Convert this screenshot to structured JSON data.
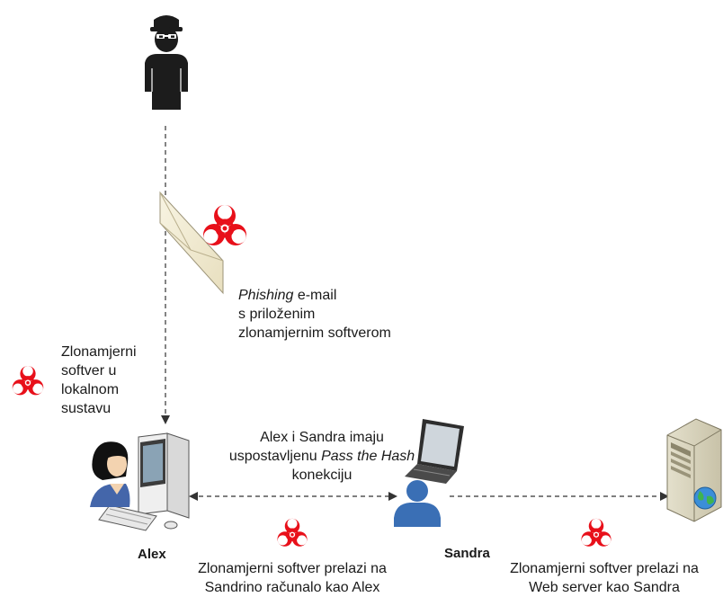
{
  "phishing": {
    "italic": "Phishing",
    "rest": " e-mail",
    "line2": "s priloženim",
    "line3": "zlonamjernim softverom"
  },
  "local": {
    "line1": "Zlonamjerni",
    "line2": "softver u",
    "line3": "lokalnom",
    "line4": "sustavu"
  },
  "pth": {
    "line1": "Alex i Sandra imaju",
    "line2_plain": "uspostavljenu ",
    "line2_italic": "Pass the Hash",
    "line3": "konekciju"
  },
  "labels": {
    "alex": "Alex",
    "sandra": "Sandra"
  },
  "moves": {
    "to_sandra_line1": "Zlonamjerni softver prelazi na",
    "to_sandra_line2": "Sandrino računalo kao Alex",
    "to_web_line1": "Zlonamjerni softver prelazi na",
    "to_web_line2": "Web server kao Sandra"
  },
  "icons": {
    "attacker": "hacker-icon",
    "email": "envelope-icon",
    "biohazard": "biohazard-icon",
    "alex_pc": "desktop-user-icon",
    "sandra_laptop": "laptop-user-icon",
    "web_server": "server-icon"
  },
  "colors": {
    "biohazard": "#e8101a",
    "sandra_user": "#3a6fb5",
    "connector": "#333333"
  }
}
